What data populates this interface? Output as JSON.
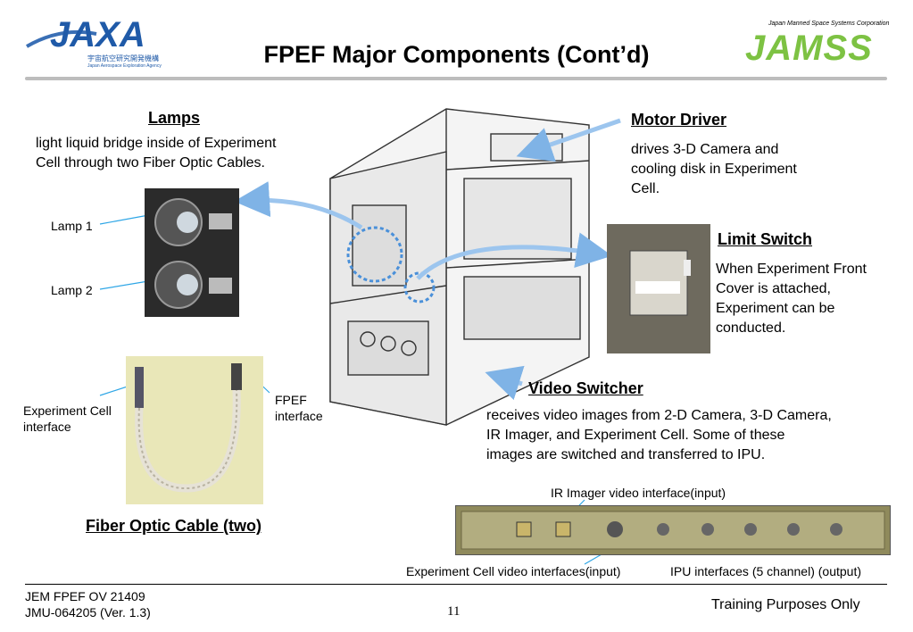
{
  "logos": {
    "left_main": "JAXA",
    "left_sub1": "宇宙航空研究開発機構",
    "left_sub2": "Japan Aerospace Exploration Agency",
    "right_caption": "Japan Manned Space Systems Corporation",
    "right_main": "JAMSS"
  },
  "slide": {
    "title": "FPEF Major Components (Cont’d)"
  },
  "lamps": {
    "heading": "Lamps",
    "desc_line1": "light liquid bridge inside of Experiment",
    "desc_line2": "Cell through two Fiber Optic Cables.",
    "lamp1": "Lamp 1",
    "lamp2": "Lamp 2"
  },
  "motor_driver": {
    "heading": "Motor Driver",
    "line1": "drives 3-D Camera and",
    "line2": "cooling disk in Experiment",
    "line3": "Cell."
  },
  "limit_switch": {
    "heading": "Limit Switch",
    "line1": "When Experiment Front",
    "line2": "Cover is attached,",
    "line3": "Experiment can be",
    "line4": "conducted."
  },
  "video_switcher": {
    "heading": "Video Switcher",
    "line1": "receives video images from 2-D Camera, 3-D Camera,",
    "line2": "IR Imager, and Experiment Cell. Some of these",
    "line3": "images are switched and transferred to IPU."
  },
  "fiber": {
    "heading": "Fiber Optic Cable (two)",
    "exp_line1": "Experiment Cell",
    "exp_line2": "interface",
    "fpef_line1": "FPEF",
    "fpef_line2": "interface"
  },
  "panel": {
    "ir_label": "IR Imager video interface(input)",
    "exp_label": "Experiment Cell video interfaces(input)",
    "ipu_label": "IPU interfaces (5 channel) (output)"
  },
  "footer": {
    "doc_line1": "JEM FPEF OV 21409",
    "doc_line2": "JMU-064205 (Ver. 1.3)",
    "page": "11",
    "right": "Training Purposes Only"
  }
}
